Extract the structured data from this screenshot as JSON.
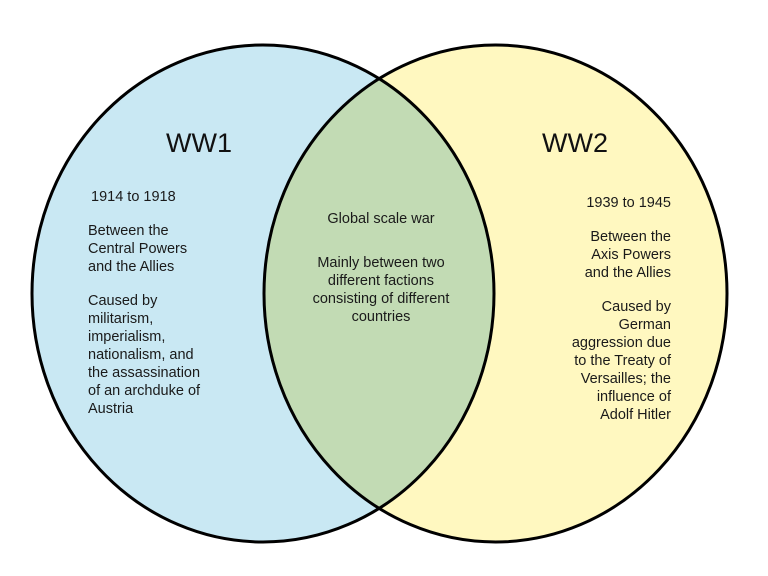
{
  "colors": {
    "left_fill": "#c9e8f3",
    "right_fill": "#fff8c0",
    "overlap_fill": "#c2dbb4",
    "stroke": "#000000"
  },
  "left": {
    "title": "WW1",
    "items": [
      "1914 to 1918",
      "Between the Central Powers and the Allies",
      "Caused by militarism, imperialism, nationalism, and the assassination of an archduke of Austria"
    ]
  },
  "right": {
    "title": "WW2",
    "items": [
      "1939 to 1945",
      "Between the Axis Powers and the Allies",
      "Caused by German aggression due to the Treaty of Versailles; the influence of Adolf Hitler"
    ]
  },
  "overlap": {
    "items": [
      "Global scale war",
      "Mainly between two different factions consisting of different countries"
    ]
  }
}
